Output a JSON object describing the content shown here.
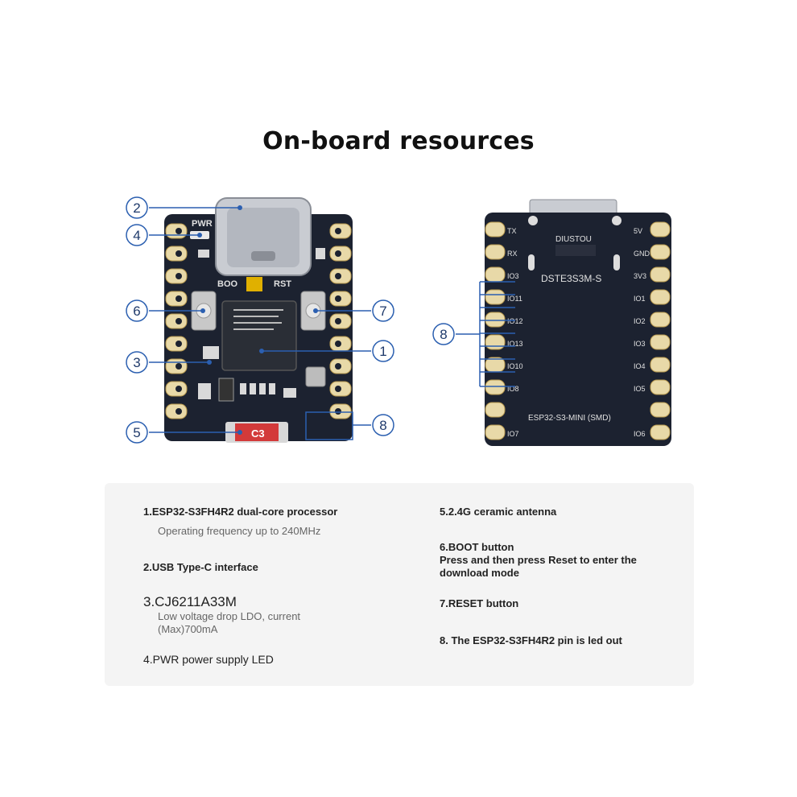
{
  "title": "On-board resources",
  "front": {
    "markers": [
      "2",
      "4",
      "6",
      "3",
      "5",
      "7",
      "1",
      "8"
    ],
    "pwr_label": "PWR",
    "boot_label": "BOO",
    "rst_label": "RST",
    "c3_label": "C3"
  },
  "back": {
    "markers": [
      "8"
    ],
    "brand": "DIUSTOU",
    "model": "DSTE3S3M-S",
    "module": "ESP32-S3-MINI (SMD)",
    "left_pins": [
      "TX",
      "RX",
      "IO3",
      "IO11",
      "IO12",
      "IO13",
      "IO10",
      "IO8",
      "IO7"
    ],
    "right_pins": [
      "5V",
      "GND",
      "3V3",
      "IO1",
      "IO2",
      "IO3",
      "IO4",
      "IO5",
      "IO6"
    ]
  },
  "resources": {
    "item1": {
      "title": "1.ESP32-S3FH4R2 dual-core processor",
      "detail": "Operating frequency up to 240MHz"
    },
    "item2": {
      "title": "2.USB Type-C interface"
    },
    "item3": {
      "title": "3.CJ6211A33M",
      "detail": "Low voltage drop LDO, current (Max)700mA"
    },
    "item4": {
      "title": "4.PWR power supply LED"
    },
    "item5": {
      "title": "5.2.4G ceramic antenna"
    },
    "item6": {
      "title": "6.BOOT button",
      "detail": "Press and then press Reset to enter the download mode"
    },
    "item7": {
      "title": "7.RESET button"
    },
    "item8": {
      "title": "8. The ESP32-S3FH4R2 pin is led out"
    }
  }
}
